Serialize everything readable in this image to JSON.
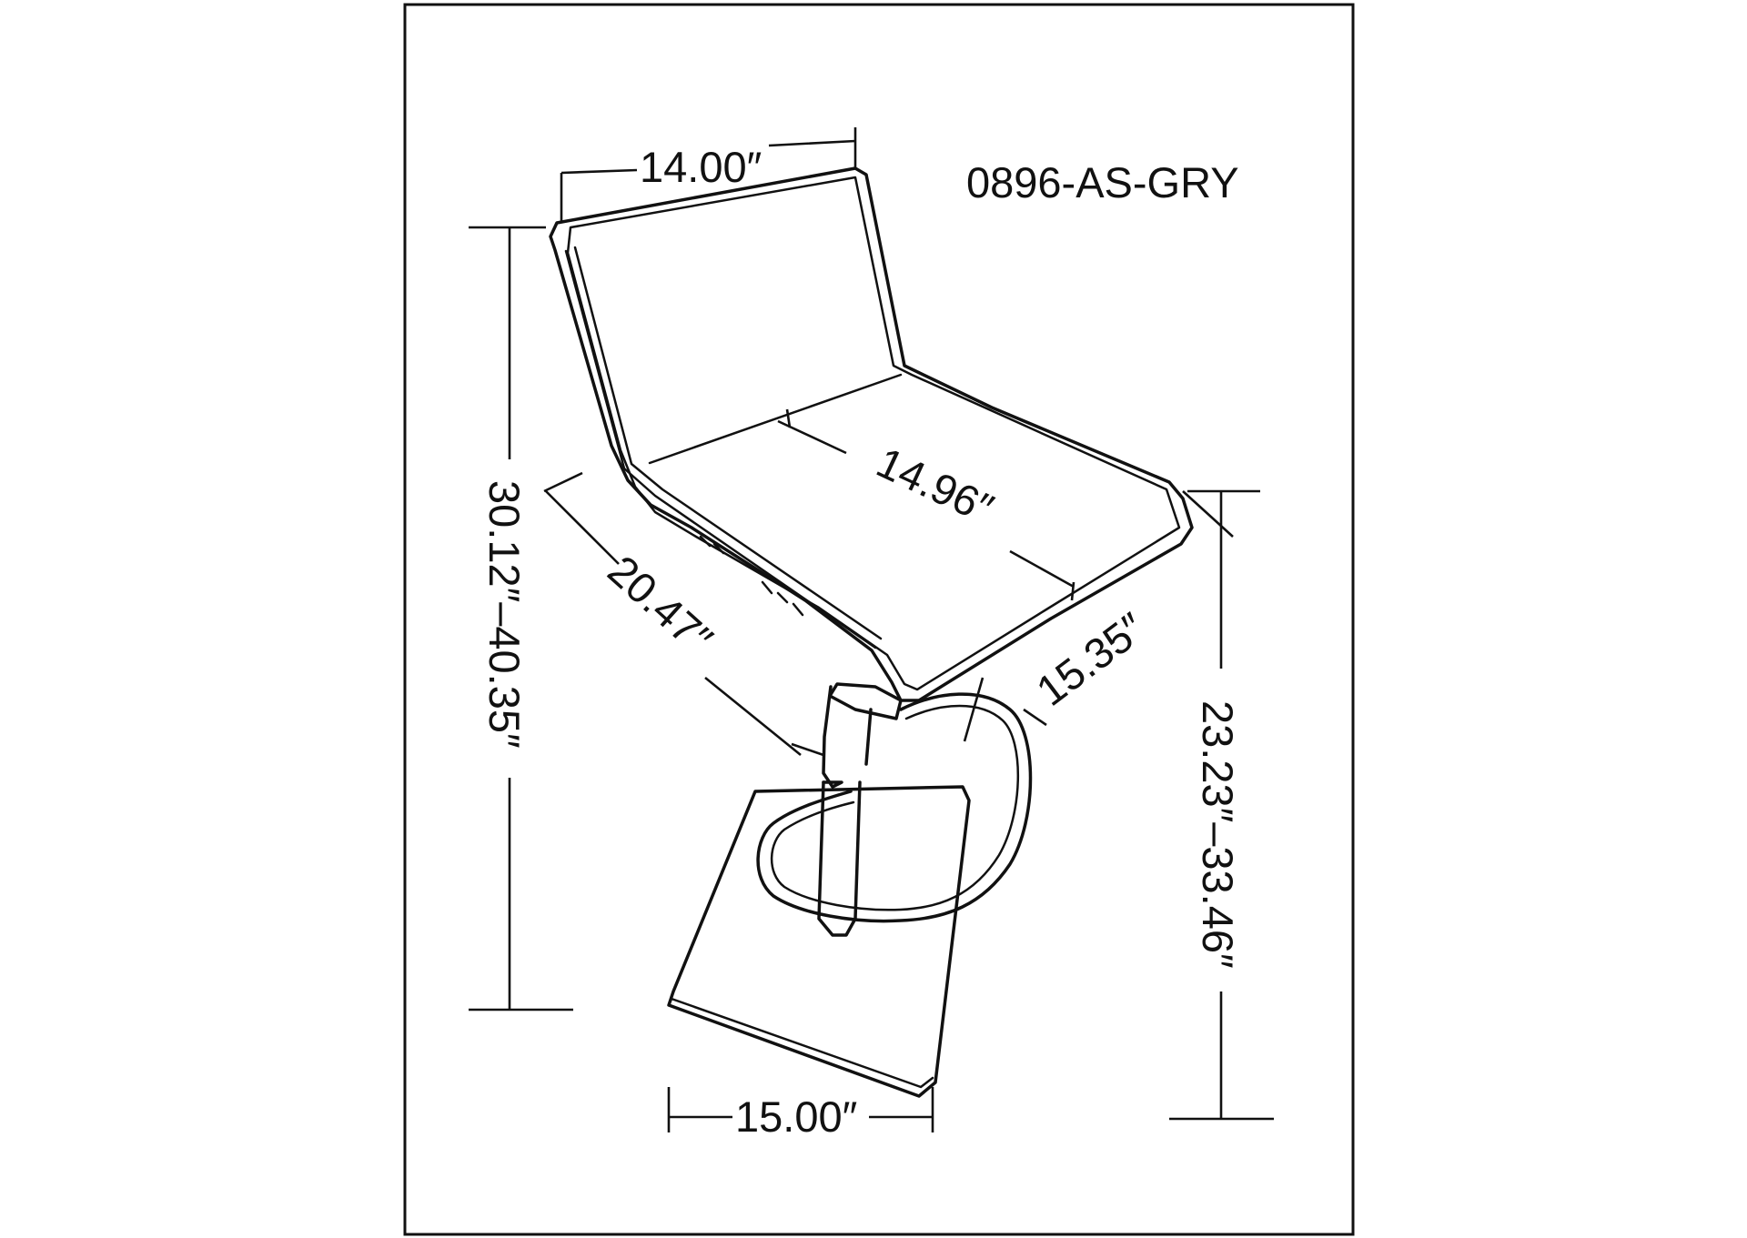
{
  "model_code": "0896-AS-GRY",
  "dimensions": {
    "back_width": "14.00″",
    "seat_width": "14.96″",
    "seat_depth": "15.35″",
    "back_height": "20.47″",
    "overall_height": "30.12″–40.35″",
    "seat_height": "23.23″–33.46″",
    "base_width": "15.00″"
  },
  "colors": {
    "line": "#111111",
    "background": "#ffffff"
  }
}
